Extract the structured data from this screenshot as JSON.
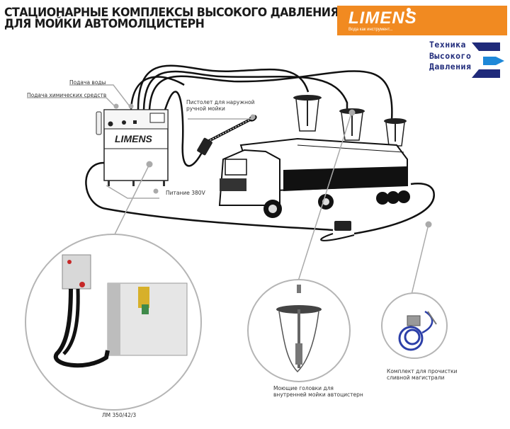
{
  "header": {
    "title_line1": "СТАЦИОНАРНЫЕ КОМПЛЕКСЫ ВЫСОКОГО ДАВЛЕНИЯ",
    "title_line2": "ДЛЯ МОЙКИ АВТОМОЛЦИСТЕРН"
  },
  "brand": {
    "logo": "LIMENS",
    "slogan": "Вода как инструмент...",
    "color": "#f18a21"
  },
  "partner_logo": {
    "line1": "Техника",
    "line2": "Высокого",
    "line3": "Давления",
    "color": "#1f2a7a",
    "accent": "#1e88d8"
  },
  "unit": {
    "panel_logo": "LIMENS"
  },
  "callouts": {
    "water_supply": "Подача воды",
    "chemical_supply": "Подача химических средств",
    "gun_line1": "Пистолет для наружной",
    "gun_line2": "ручной мойки",
    "power": "Питание 380V"
  },
  "insets": {
    "unit_model": "ЛМ 350/42/3",
    "heads_line1": "Моющие головки для",
    "heads_line2": "внутренней мойки автоцистерн",
    "drain_line1": "Комплект для  прочистки",
    "drain_line2": "сливной магистрали"
  },
  "icons": {
    "pointer": "callout-dot",
    "wash_head": "tank-wash-head",
    "truck": "tanker-truck",
    "gun": "spray-gun"
  }
}
